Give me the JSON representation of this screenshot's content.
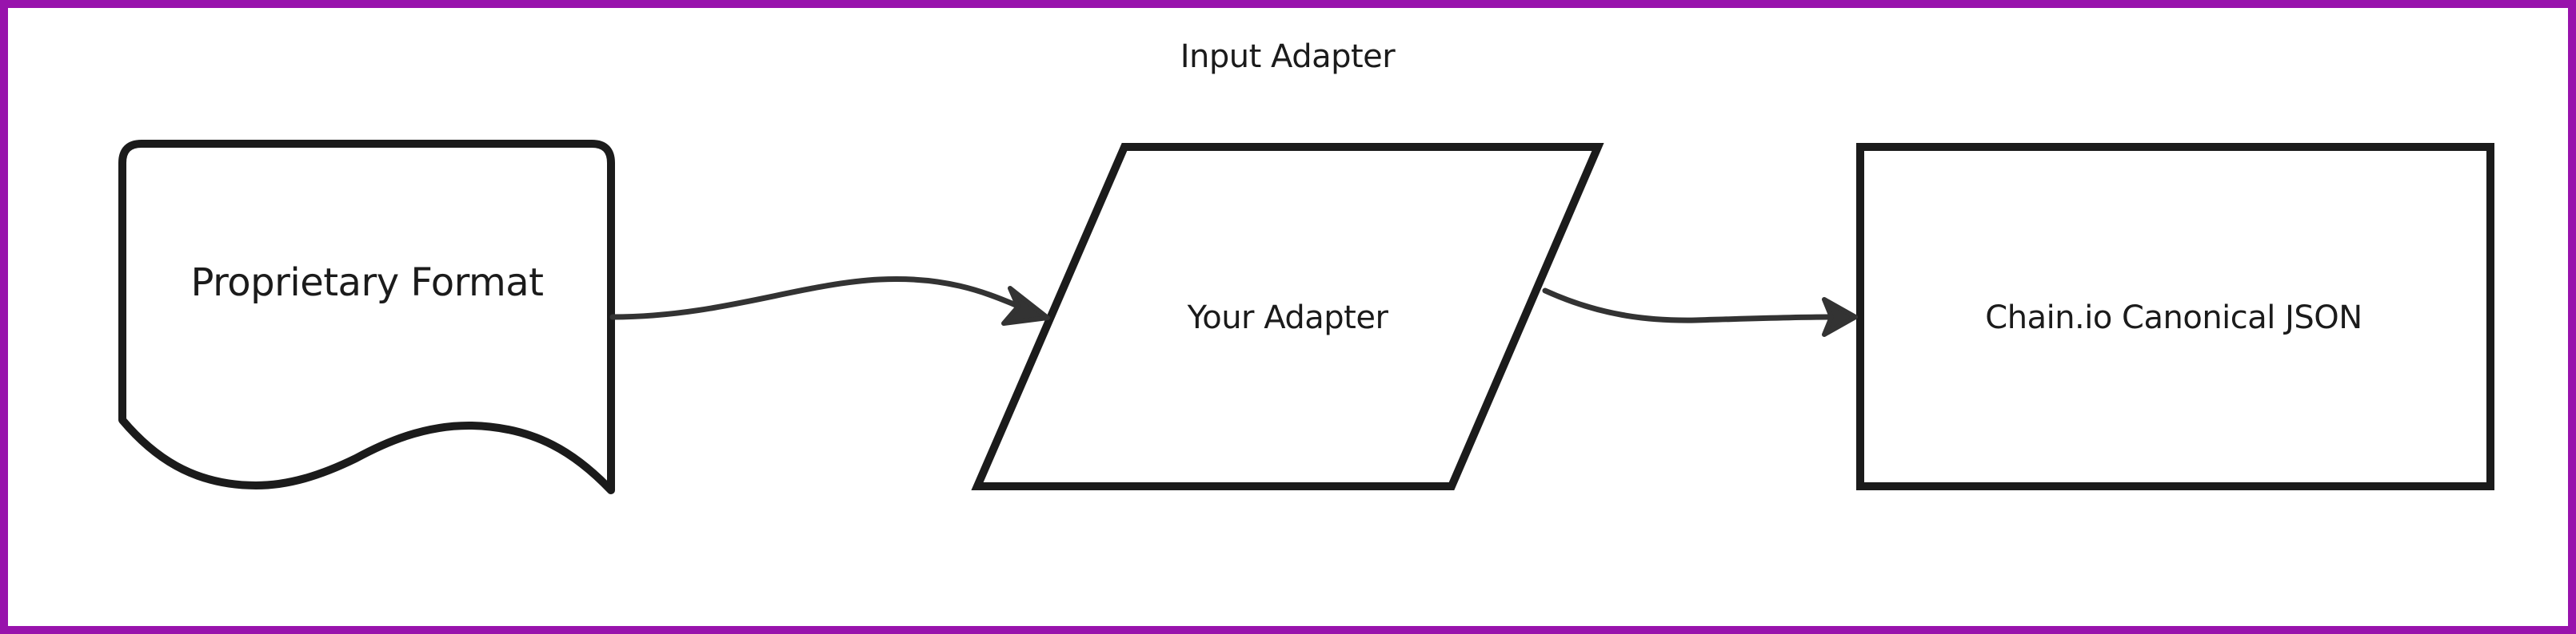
{
  "diagram": {
    "title": "Input Adapter",
    "nodes": [
      {
        "id": "source",
        "shape": "document",
        "label": "Proprietary Format"
      },
      {
        "id": "adapter",
        "shape": "parallelogram",
        "label": "Your Adapter"
      },
      {
        "id": "target",
        "shape": "rectangle",
        "label": "Chain.io Canonical JSON"
      }
    ],
    "edges": [
      {
        "from": "source",
        "to": "adapter",
        "style": "curved-arrow"
      },
      {
        "from": "adapter",
        "to": "target",
        "style": "curved-arrow"
      }
    ]
  },
  "colors": {
    "frame_border": "#9813ac",
    "shape_stroke": "#1b1b1b",
    "connector": "#333333",
    "background": "#ffffff"
  }
}
